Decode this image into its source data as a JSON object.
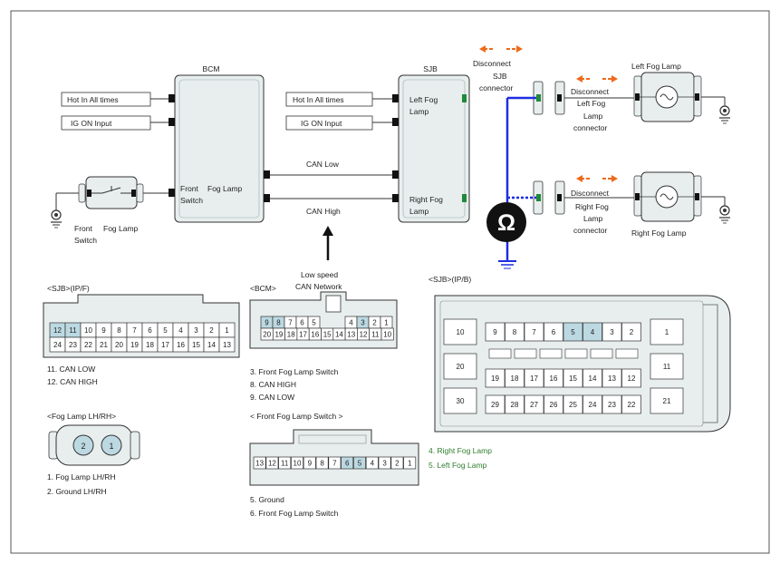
{
  "colors": {
    "frame": "#555555",
    "module_fill": "#e8eeee",
    "wire_blue": "#1f2ee0",
    "arrow_orange": "#ee6a1a",
    "pin_highlight": "#bcd9e2",
    "green_terminal": "#1e8a3a",
    "note_green": "#2e7d2e"
  },
  "bcm": {
    "title": "BCM",
    "input_hot": "Hot In All times",
    "input_ig": "IG ON Input",
    "front_switch_label": "Front",
    "switch_label_2": "Switch",
    "fog_lamp_label": "Fog Lamp"
  },
  "sjb": {
    "title": "SJB",
    "input_hot": "Hot In All times",
    "input_ig": "IG ON Input",
    "left_fog_1": "Left Fog",
    "left_fog_2": "Lamp",
    "right_fog_1": "Right Fog",
    "right_fog_2": "Lamp"
  },
  "can": {
    "low": "CAN Low",
    "high": "CAN High",
    "network_1": "Low speed",
    "network_2": "CAN Network"
  },
  "front_switch": {
    "label_front": "Front",
    "label_fog": "Fog Lamp",
    "label_switch": "Switch"
  },
  "disconnects": {
    "sjb_1": "Disconnect",
    "sjb_2": "SJB",
    "sjb_3": "connector",
    "left_1": "Disconnect",
    "left_2": "Left Fog",
    "left_3": "Lamp",
    "left_4": "connector",
    "right_1": "Disconnect",
    "right_2": "Right Fog",
    "right_3": "Lamp",
    "right_4": "connector"
  },
  "lamps": {
    "left": "Left Fog Lamp",
    "right": "Right Fog Lamp"
  },
  "meter": {
    "symbol": "Ω"
  },
  "connectors": {
    "sjb_ipf": {
      "title": "<SJB>(IP/F)",
      "row1": [
        "12",
        "11",
        "10",
        "9",
        "8",
        "7",
        "6",
        "5",
        "4",
        "3",
        "2",
        "1"
      ],
      "row2": [
        "24",
        "23",
        "22",
        "21",
        "20",
        "19",
        "18",
        "17",
        "16",
        "15",
        "14",
        "13"
      ],
      "notes": [
        "11. CAN LOW",
        "12. CAN HIGH"
      ]
    },
    "bcm_conn": {
      "title": "<BCM>",
      "row1_left": [
        "9",
        "8",
        "7",
        "6",
        "5"
      ],
      "row1_right": [
        "4",
        "3",
        "2",
        "1"
      ],
      "row2": [
        "20",
        "19",
        "18",
        "17",
        "16",
        "15",
        "14",
        "13",
        "12",
        "11",
        "10"
      ],
      "notes": [
        "3.  Front     Fog Lamp Switch",
        "8. CAN HIGH",
        "9. CAN LOW"
      ]
    },
    "sjb_ipb": {
      "title": "<SJB>(IP/B)",
      "big_left": [
        "10",
        "20",
        "30"
      ],
      "big_right": [
        "1",
        "11",
        "21"
      ],
      "row1": [
        "9",
        "8",
        "7",
        "6",
        "5",
        "4",
        "3",
        "2"
      ],
      "row2": [
        "19",
        "18",
        "17",
        "16",
        "15",
        "14",
        "13",
        "12"
      ],
      "row3": [
        "29",
        "28",
        "27",
        "26",
        "25",
        "24",
        "23",
        "22"
      ],
      "notes": [
        "4.   Right Fog Lamp",
        "5.   Left Fog Lamp"
      ]
    },
    "fog_lamp_conn": {
      "title": "<Fog Lamp LH/RH>",
      "pins": [
        "2",
        "1"
      ],
      "notes": [
        "1.   Fog Lamp LH/RH",
        "2. Ground          LH/RH"
      ]
    },
    "front_switch_conn": {
      "title": "< Front     Fog Lamp Switch          >",
      "pins": [
        "13",
        "12",
        "11",
        "10",
        "9",
        "8",
        "7",
        "6",
        "5",
        "4",
        "3",
        "2",
        "1"
      ],
      "notes": [
        "5. Ground",
        "6.   Front     Fog Lamp Switch"
      ]
    }
  }
}
